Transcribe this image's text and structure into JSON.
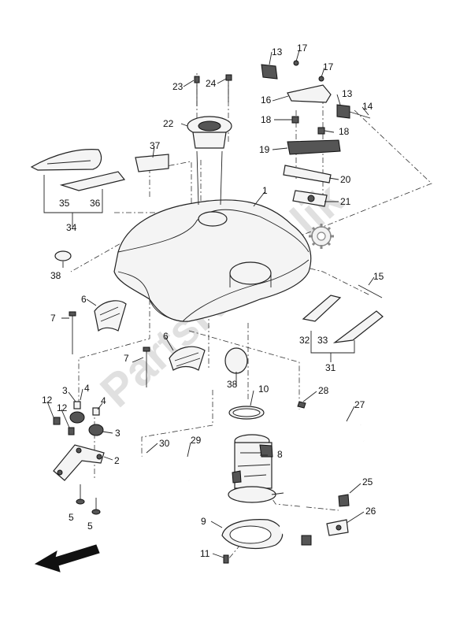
{
  "labels": {
    "l1": "1",
    "l2": "2",
    "l3a": "3",
    "l3b": "3",
    "l4a": "4",
    "l4b": "4",
    "l5a": "5",
    "l5b": "5",
    "l6a": "6",
    "l6b": "6",
    "l7a": "7",
    "l7b": "7",
    "l8": "8",
    "l9": "9",
    "l10": "10",
    "l11": "11",
    "l12a": "12",
    "l12b": "12",
    "l13a": "13",
    "l13b": "13",
    "l14": "14",
    "l15": "15",
    "l16": "16",
    "l17a": "17",
    "l17b": "17",
    "l18a": "18",
    "l18b": "18",
    "l19": "19",
    "l20": "20",
    "l21": "21",
    "l22": "22",
    "l23": "23",
    "l24": "24",
    "l25": "25",
    "l26": "26",
    "l27": "27",
    "l28": "28",
    "l29": "29",
    "l30": "30",
    "l31": "31",
    "l32": "32",
    "l33": "33",
    "l34": "34",
    "l35": "35",
    "l36": "36",
    "l37": "37",
    "l38a": "38",
    "l38b": "38"
  },
  "watermark": "PartsRepublik",
  "colors": {
    "line": "#222222",
    "background": "#ffffff",
    "watermark": "#c8c8c8"
  },
  "icons": {
    "direction_arrow": "front-direction-arrow-icon",
    "gear": "gear-icon"
  }
}
